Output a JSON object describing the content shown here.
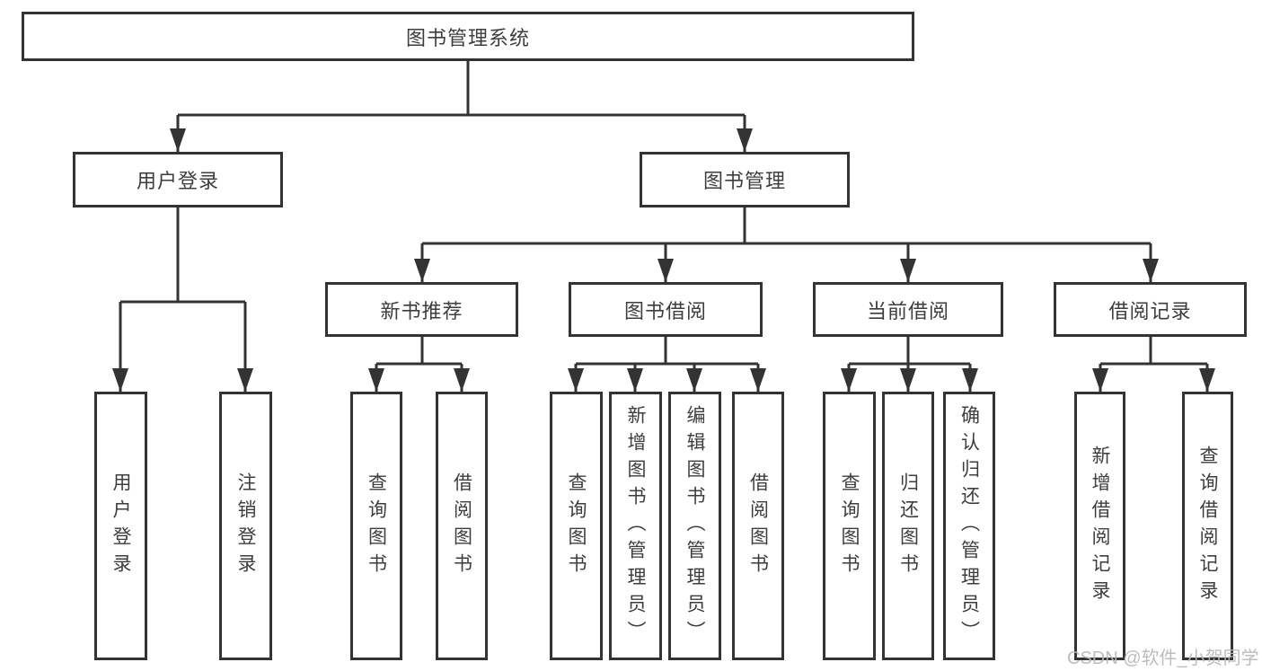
{
  "diagram_title": "图书管理系统",
  "nodes": {
    "root": "图书管理系统",
    "user_login": "用户登录",
    "book_mgmt": "图书管理",
    "new_book_rec": "新书推荐",
    "book_borrow": "图书借阅",
    "current_borrow": "当前借阅",
    "borrow_record": "借阅记录",
    "leaf_user_login": "用户登录",
    "leaf_logout": "注销登录",
    "leaf_rec_query": "查询图书",
    "leaf_rec_borrow": "借阅图书",
    "leaf_bb_query": "查询图书",
    "leaf_bb_add": "新增图书（管理员）",
    "leaf_bb_edit": "编辑图书（管理员）",
    "leaf_bb_borrow": "借阅图书",
    "leaf_cb_query": "查询图书",
    "leaf_cb_return": "归还图书",
    "leaf_cb_confirm": "确认归还（管理员）",
    "leaf_br_add": "新增借阅记录",
    "leaf_br_query": "查询借阅记录"
  },
  "hierarchy": {
    "图书管理系统": {
      "用户登录": [
        "用户登录",
        "注销登录"
      ],
      "图书管理": {
        "新书推荐": [
          "查询图书",
          "借阅图书"
        ],
        "图书借阅": [
          "查询图书",
          "新增图书（管理员）",
          "编辑图书（管理员）",
          "借阅图书"
        ],
        "当前借阅": [
          "查询图书",
          "归还图书",
          "确认归还（管理员）"
        ],
        "借阅记录": [
          "新增借阅记录",
          "查询借阅记录"
        ]
      }
    }
  },
  "watermark": {
    "text": "CSDN @软件_小贺同学"
  },
  "colors": {
    "line": "#333333",
    "box_border": "#333333",
    "text": "#3d3d3d",
    "watermark": "#b9b9b9",
    "background": "#ffffff"
  }
}
